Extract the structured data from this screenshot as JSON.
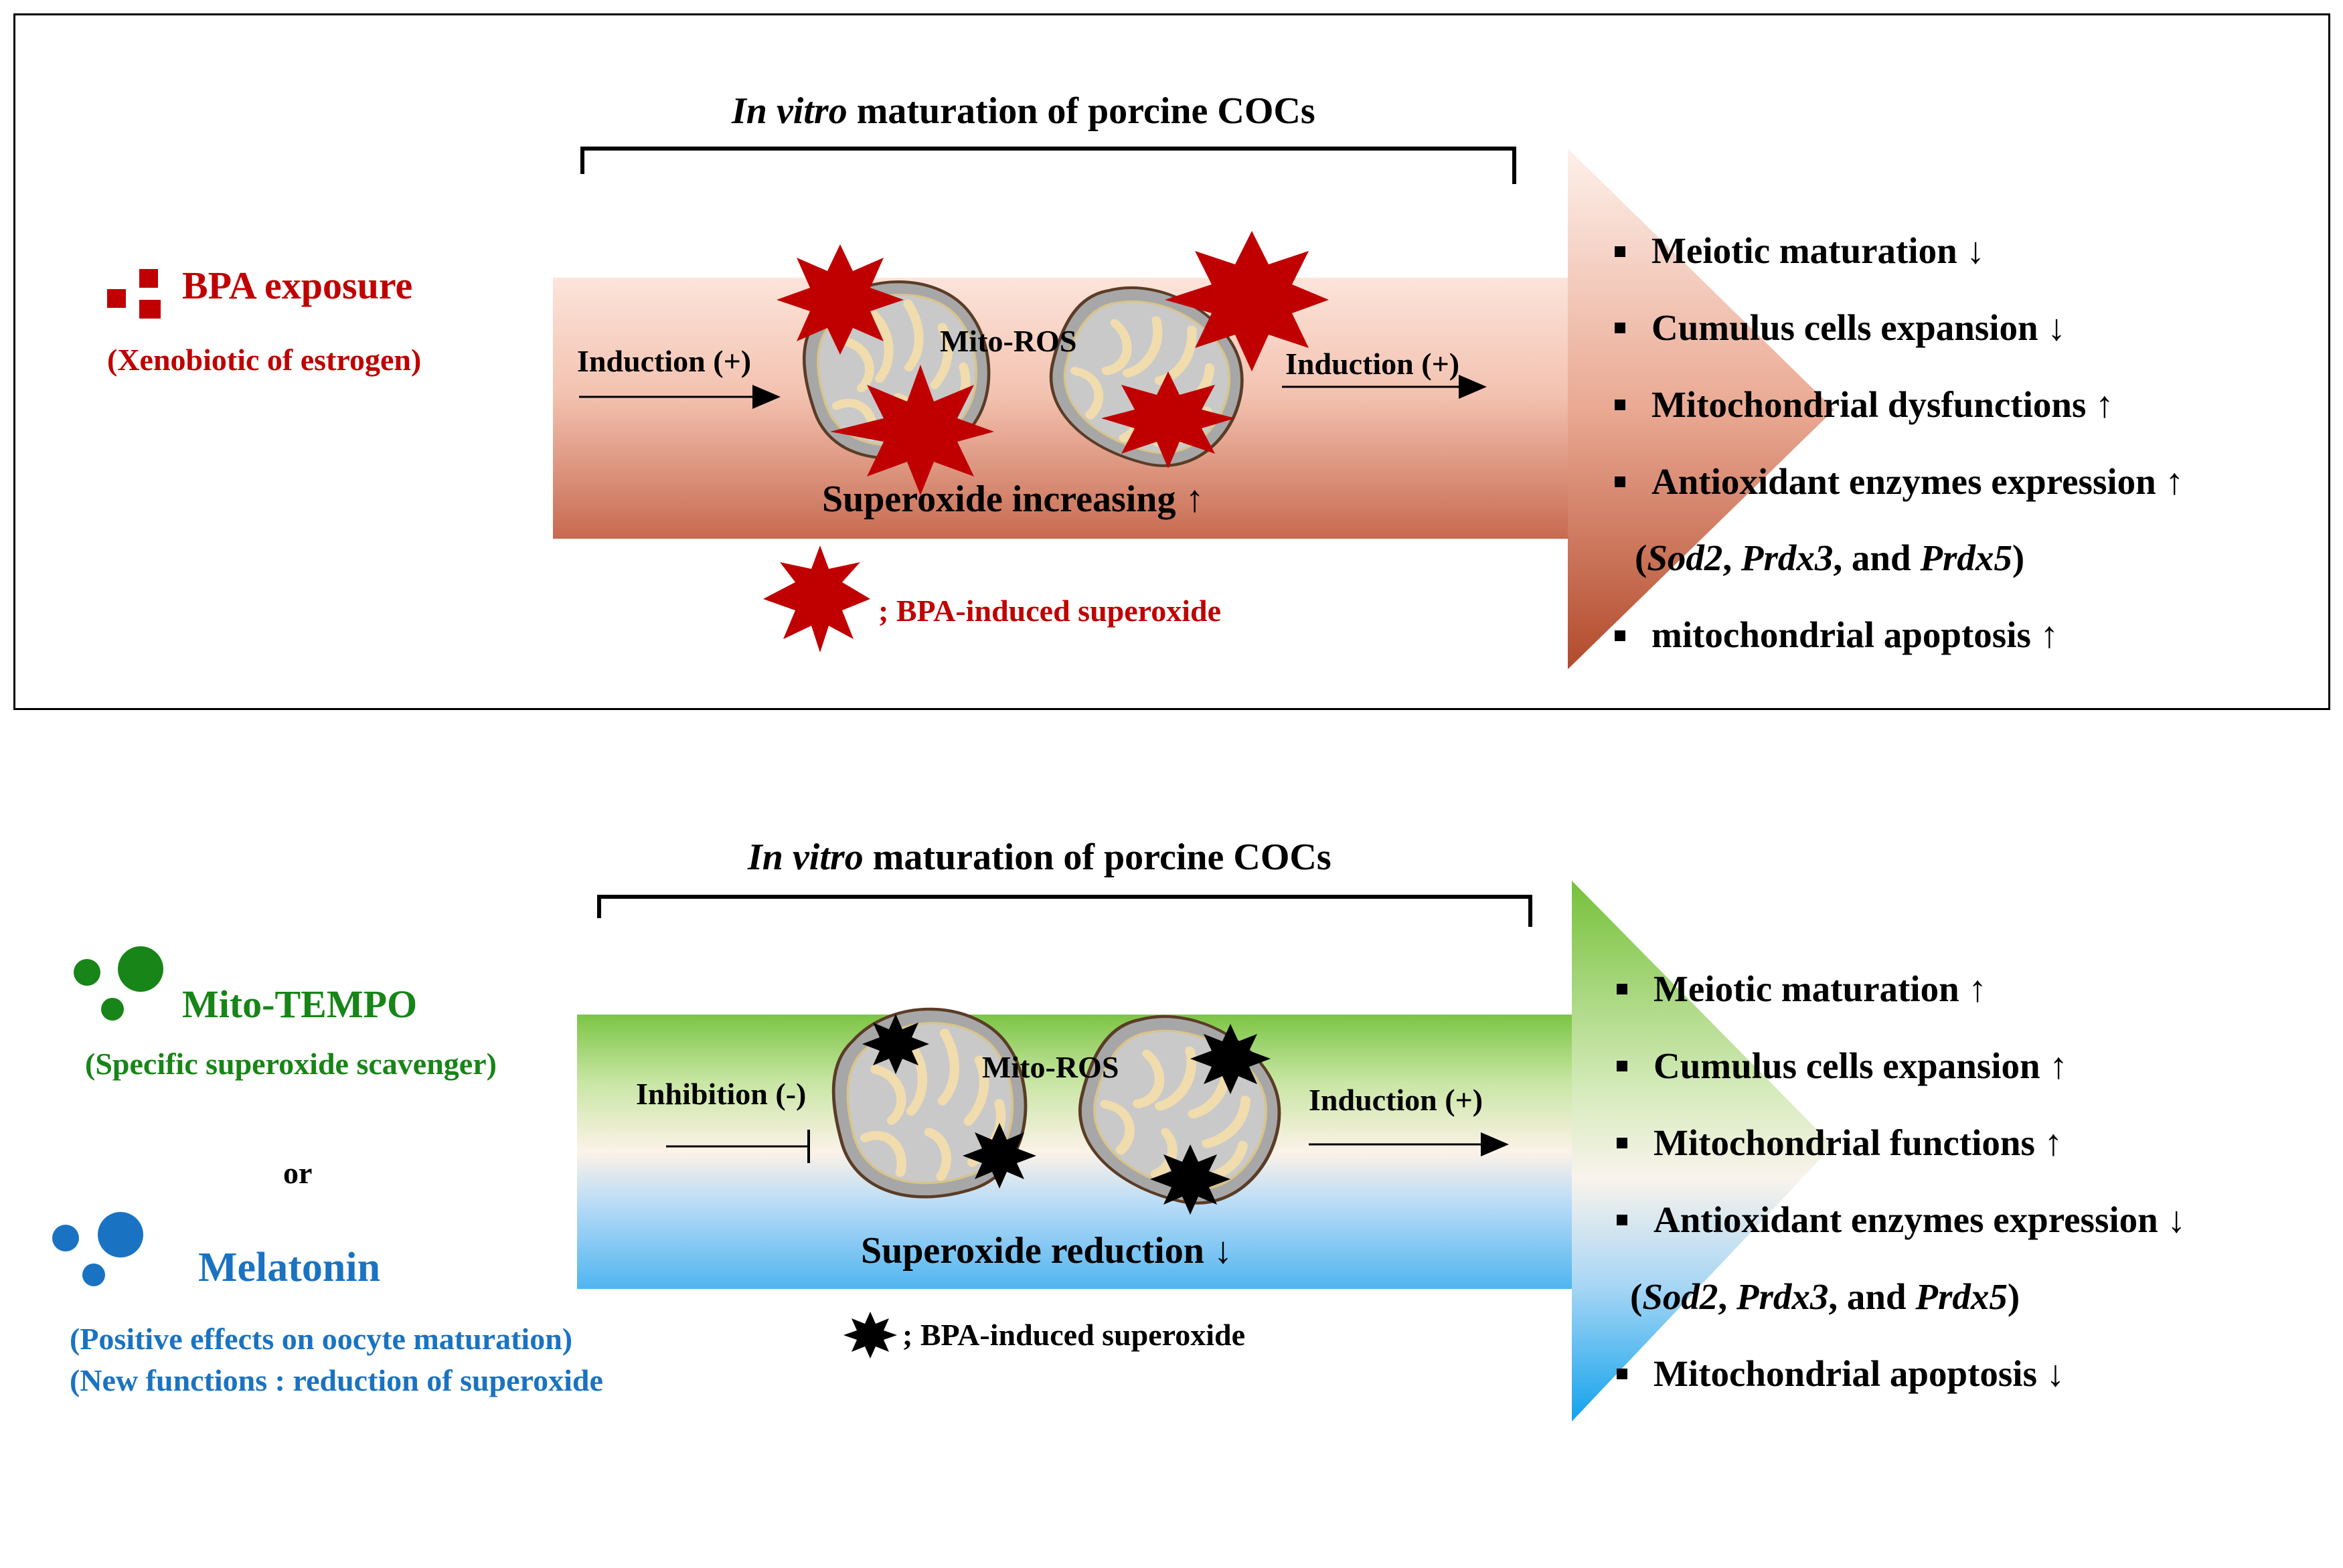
{
  "top_panel": {
    "bracket_title_italic": "In vitro",
    "bracket_title_rest": " maturation of porcine COCs",
    "agent_name": "BPA exposure",
    "agent_desc": "(Xenobiotic of estrogen)",
    "left_arrow_label": "Induction (+)",
    "center_label": "Mito-ROS",
    "right_arrow_label": "Induction (+)",
    "arrow_caption": "Superoxide increasing ↑",
    "legend_text": "; BPA-induced superoxide",
    "effects": [
      "Meiotic maturation ↓",
      "Cumulus cells expansion ↓",
      "Mitochondrial dysfunctions ↑",
      "Antioxidant enzymes expression ↑",
      "mitochondrial apoptosis ↑"
    ],
    "genes": {
      "open": "(",
      "g1": "Sod2",
      "sep1": ", ",
      "g2": "Prdx3",
      "sep2": ", and ",
      "g3": "Prdx5",
      "close": ")"
    },
    "colors": {
      "agent": "#c00000",
      "arrow_light": "#fbe0d6",
      "arrow_dark": "#c8725a",
      "star": "#c00000"
    }
  },
  "bottom_panel": {
    "bracket_title_italic": "In vitro",
    "bracket_title_rest": " maturation of porcine COCs",
    "agent1_name": "Mito-TEMPO",
    "agent1_desc": "(Specific superoxide scavenger)",
    "or_text": "or",
    "agent2_name": "Melatonin",
    "agent2_desc1": "(Positive effects on oocyte maturation)",
    "agent2_desc2": "(New functions : reduction of superoxide",
    "left_arrow_label": "Inhibition (-)",
    "center_label": "Mito-ROS",
    "right_arrow_label": "Induction (+)",
    "arrow_caption": "Superoxide reduction ↓",
    "legend_text": "; BPA-induced superoxide",
    "effects": [
      "Meiotic maturation ↑",
      "Cumulus cells expansion ↑",
      "Mitochondrial functions ↑",
      "Antioxidant enzymes expression ↓",
      "Mitochondrial apoptosis ↓"
    ],
    "genes": {
      "open": "(",
      "g1": "Sod2",
      "sep1": ", ",
      "g2": "Prdx3",
      "sep2": ", and ",
      "g3": "Prdx5",
      "close": ")"
    },
    "colors": {
      "agent1": "#178517",
      "agent2": "#1a73c2",
      "arrow_top": "#8cc63f",
      "arrow_mid": "#fdf3ea",
      "arrow_bottom": "#2fa8ee",
      "star": "#000000"
    }
  }
}
